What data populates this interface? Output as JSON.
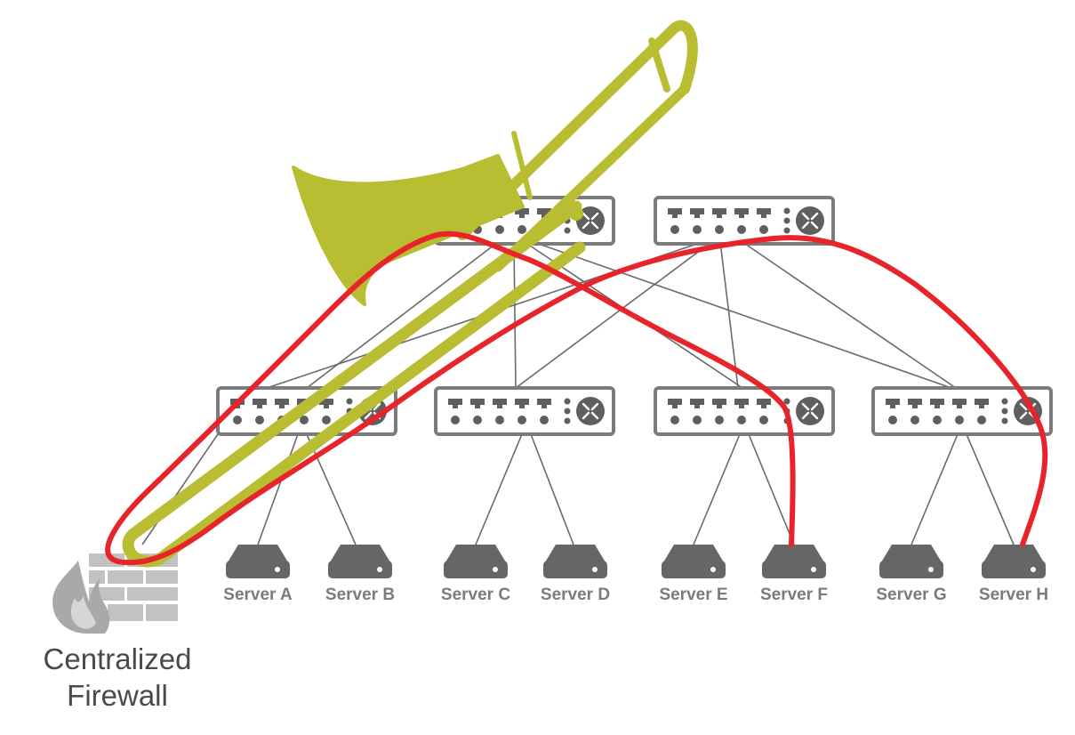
{
  "diagram": {
    "colors": {
      "switch_border": "#7b7b7b",
      "switch_fill": "#ffffff",
      "port": "#5f5f5f",
      "link": "#6a6a6a",
      "server": "#666666",
      "firewall": "#c2c2c2",
      "traffic_path": "#e8242a",
      "trombone": "#b9bd32"
    },
    "spine_switches": [
      {
        "id": "spine-1",
        "icon": "switch-icon"
      },
      {
        "id": "spine-2",
        "icon": "switch-icon"
      }
    ],
    "leaf_switches": [
      {
        "id": "leaf-1",
        "icon": "switch-icon"
      },
      {
        "id": "leaf-2",
        "icon": "switch-icon"
      },
      {
        "id": "leaf-3",
        "icon": "switch-icon"
      },
      {
        "id": "leaf-4",
        "icon": "switch-icon"
      }
    ],
    "servers": [
      {
        "label": "Server A",
        "icon": "server-icon"
      },
      {
        "label": "Server B",
        "icon": "server-icon"
      },
      {
        "label": "Server C",
        "icon": "server-icon"
      },
      {
        "label": "Server D",
        "icon": "server-icon"
      },
      {
        "label": "Server E",
        "icon": "server-icon"
      },
      {
        "label": "Server F",
        "icon": "server-icon"
      },
      {
        "label": "Server G",
        "icon": "server-icon"
      },
      {
        "label": "Server H",
        "icon": "server-icon"
      }
    ],
    "firewall": {
      "label_line1": "Centralized",
      "label_line2": "Firewall",
      "icon": "firewall-icon"
    },
    "overlay_icon": "trombone-icon"
  }
}
